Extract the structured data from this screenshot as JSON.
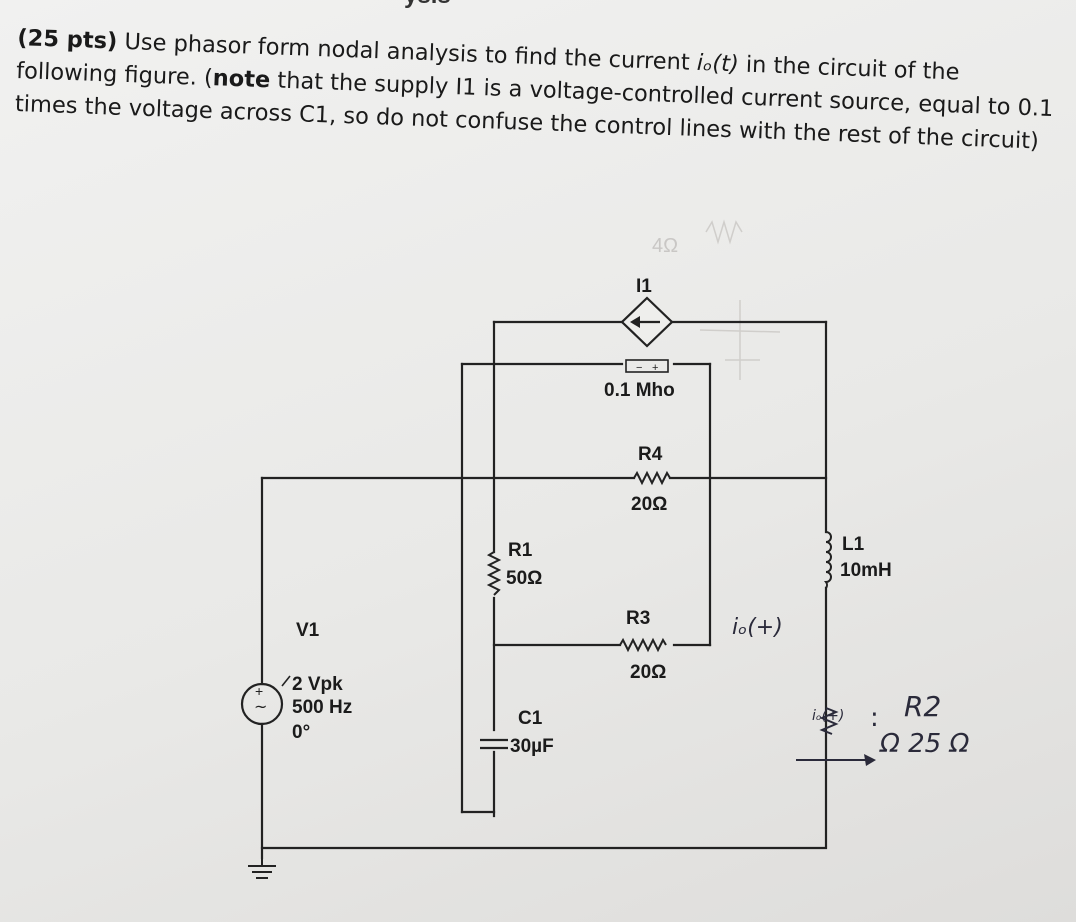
{
  "header_fragment": "ysis",
  "problem": {
    "points": "(25 pts)",
    "text1": " Use phasor form nodal analysis to find the current ",
    "current_symbol": "iₒ(t)",
    "text2": " in the circuit of the following figure. (",
    "note_word": "note",
    "text3": " that the supply I1 is a voltage-controlled current source, equal to 0.1 times the voltage across C1, so do not confuse the control lines with the rest of the circuit)"
  },
  "components": {
    "i1": {
      "name": "I1",
      "value": "0.1 Mho"
    },
    "r4": {
      "name": "R4",
      "value": "20Ω"
    },
    "r1": {
      "name": "R1",
      "value": "50Ω"
    },
    "r3": {
      "name": "R3",
      "value": "20Ω"
    },
    "l1": {
      "name": "L1",
      "value": "10mH"
    },
    "c1": {
      "name": "C1",
      "value": "30µF"
    },
    "v1": {
      "name": "V1",
      "amplitude": "2 Vpk",
      "frequency": "500 Hz",
      "phase": "0°"
    }
  },
  "handwriting": {
    "current_label": "iₒ(+)",
    "current_label_small": "iₒ(+)",
    "r2_label": "R2",
    "r2_value": "Ω 25 Ω"
  },
  "bleed_through": {
    "resistor_value": "4Ω"
  }
}
